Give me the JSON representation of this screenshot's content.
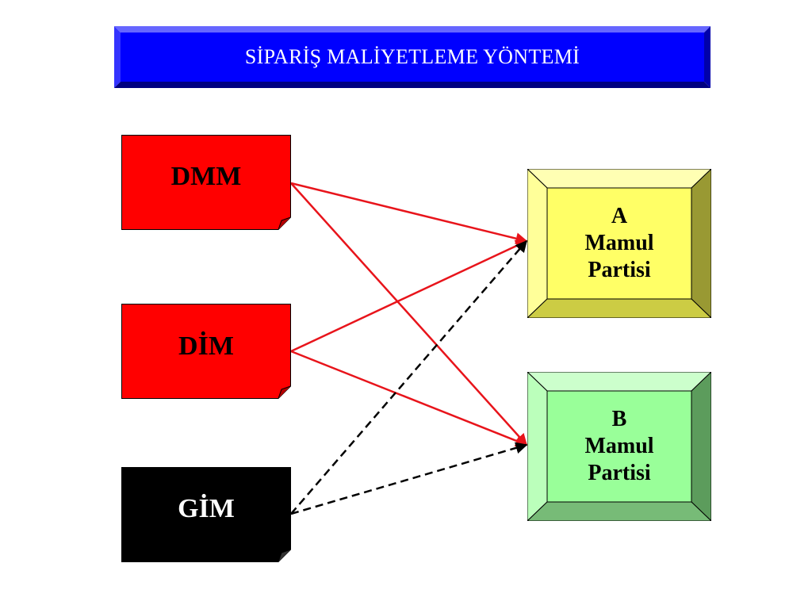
{
  "title": "SİPARİŞ MALİYETLEME YÖNTEMİ",
  "cost_items": [
    {
      "label": "DMM",
      "color": "#ff0000"
    },
    {
      "label": "DİM",
      "color": "#ff0000"
    },
    {
      "label": "GİM",
      "color": "#000000"
    }
  ],
  "products": [
    {
      "letter": "A",
      "line1": "Mamul",
      "line2": "Partisi",
      "face": "#ffff66"
    },
    {
      "letter": "B",
      "line1": "Mamul",
      "line2": "Partisi",
      "face": "#99ff99"
    }
  ],
  "connections": [
    {
      "from": "DMM",
      "to": "A",
      "style": "solid",
      "color": "#e8141b"
    },
    {
      "from": "DMM",
      "to": "B",
      "style": "solid",
      "color": "#e8141b"
    },
    {
      "from": "DİM",
      "to": "A",
      "style": "solid",
      "color": "#e8141b"
    },
    {
      "from": "DİM",
      "to": "B",
      "style": "solid",
      "color": "#e8141b"
    },
    {
      "from": "GİM",
      "to": "A",
      "style": "dashed",
      "color": "#000000"
    },
    {
      "from": "GİM",
      "to": "B",
      "style": "dashed",
      "color": "#000000"
    }
  ]
}
